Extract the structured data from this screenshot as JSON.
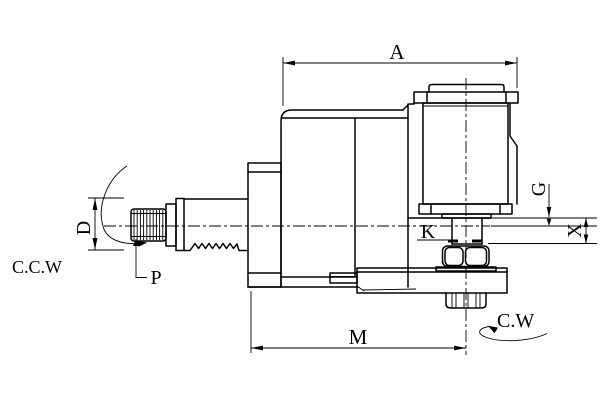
{
  "colors": {
    "line": "#000000",
    "background": "#ffffff"
  },
  "labels": {
    "dim_a": "A",
    "dim_d": "D",
    "dim_g": "G",
    "dim_x": "X",
    "dim_k": "K",
    "dim_m": "M",
    "dim_p": "P",
    "rot_ccw": "C.C.W",
    "rot_cw": "C.W"
  }
}
